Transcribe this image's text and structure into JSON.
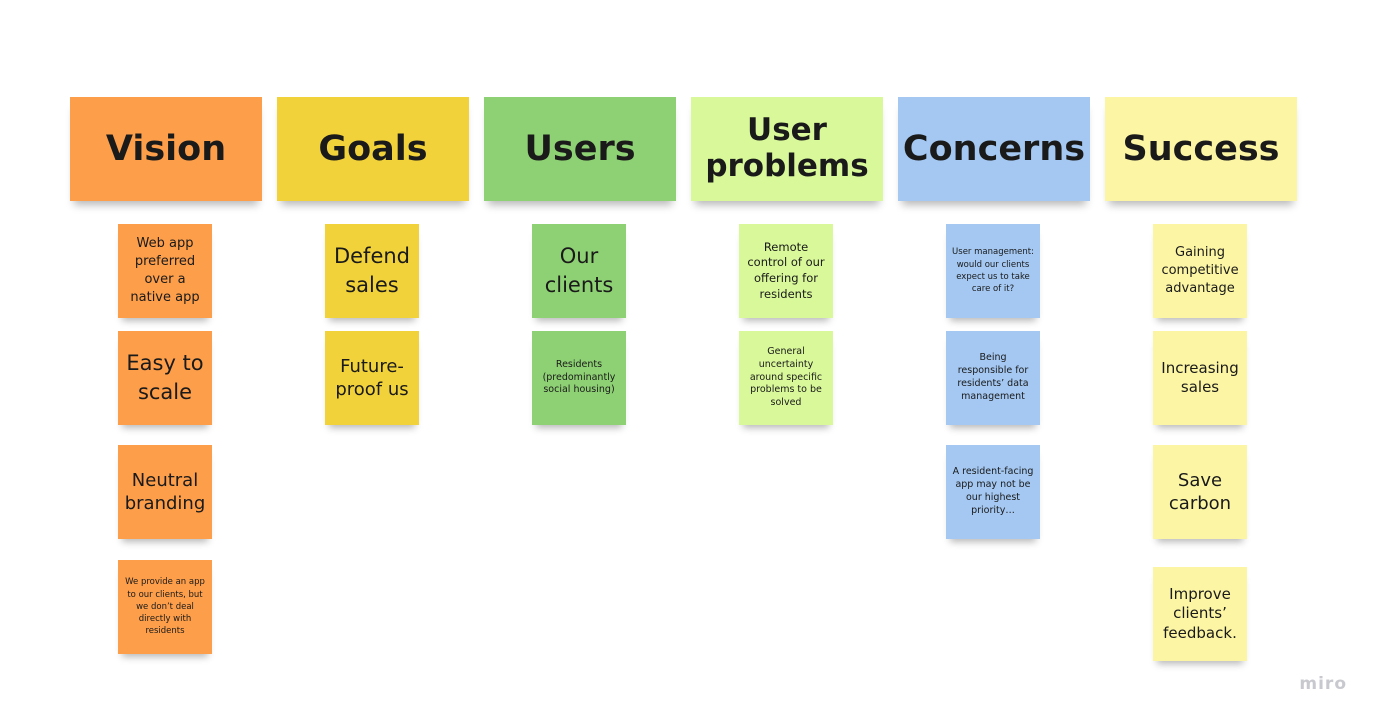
{
  "columns": [
    {
      "title": "Vision",
      "color": "#fd9e4a",
      "notes": [
        "Web app preferred over a native app",
        "Easy to scale",
        "Neutral branding",
        "We provide an app to our clients, but we don’t deal directly with residents"
      ]
    },
    {
      "title": "Goals",
      "color": "#f2d23a",
      "notes": [
        "Defend sales",
        "Future-proof us"
      ]
    },
    {
      "title": "Users",
      "color": "#8ed174",
      "notes": [
        "Our clients",
        "Residents (predominantly social housing)"
      ]
    },
    {
      "title_line1": "User",
      "title_line2": "problems",
      "color": "#d8f89a",
      "notes": [
        "Remote control of our offering for residents",
        "General uncertainty around specific problems to be solved"
      ]
    },
    {
      "title": "Concerns",
      "color": "#a4c8f2",
      "notes": [
        "User management: would our clients expect us to take care of it?",
        "Being responsible for residents’ data management",
        "A resident-facing app may not be our highest priority…"
      ]
    },
    {
      "title": "Success",
      "color": "#fcf6a4",
      "notes": [
        "Gaining competitive advantage",
        "Increasing sales",
        "Save carbon",
        "Improve clients’ feedback."
      ]
    }
  ],
  "logo": "miro"
}
